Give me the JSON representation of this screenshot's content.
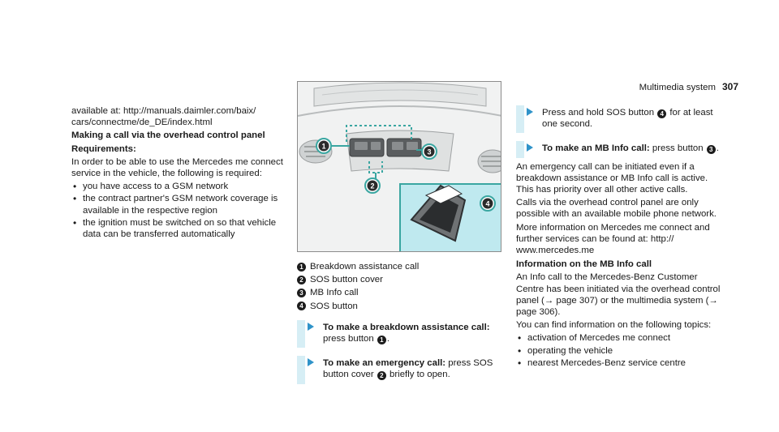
{
  "header": {
    "section": "Multimedia sys­tem",
    "page_number": "307"
  },
  "col1": {
    "intro": "available at: http://manuals.daimler.com/baix/ cars/connectme/de_DE/index.html",
    "heading": "Making a call via the overhead control panel",
    "requirements_label": "Requirements:",
    "requirements_text": "In order to be able to use the Mercedes me con­nect service in the vehicle, the following is required:",
    "bullets": [
      "you have access to a GSM network",
      "the contract partner's GSM network cov­er­age is available in the respective region",
      "the ignition must be switched on so that vehicle data can be transferred automatically"
    ]
  },
  "figure": {
    "callouts": [
      "1",
      "2",
      "3",
      "4"
    ]
  },
  "legend": [
    {
      "num": "1",
      "label": "Breakdown assistance call"
    },
    {
      "num": "2",
      "label": "SOS button cover"
    },
    {
      "num": "3",
      "label": "MB Info call"
    },
    {
      "num": "4",
      "label": "SOS button"
    }
  ],
  "col2_steps": {
    "step1_bold": "To make a breakdown assistance call:",
    "step1_pre": "press button",
    "step1_num": "1",
    "step1_post": ".",
    "step2_bold": "To make an emergency call:",
    "step2_pre": "press SOS button cover",
    "step2_num": "2",
    "step2_post": "briefly to open."
  },
  "col3": {
    "step3_pre": "Press and hold SOS button",
    "step3_num": "4",
    "step3_post": "for at least one second.",
    "step4_bold": "To make an MB Info call:",
    "step4_pre": "press button",
    "step4_num": "3",
    "step4_post": ".",
    "para1": "An emergency call can be initiated even if a breakdown assistance or MB Info call is active. This has priority over all other active calls.",
    "para2": "Calls via the overhead control panel are only possible with an available mobile phone net­work.",
    "para3": "More information on Mercedes me connect and further services can be found at: http:// www.mercedes.me",
    "info_heading": "Information on the MB Info call",
    "info_text": "An Info call to the Mercedes-Benz Customer Centre has been initiated via the overhead con­trol panel (→ page 307) or the multimedia sys­tem (→ page 306).",
    "topics_intro": "You can find information on the following topics:",
    "topics": [
      "activation of Mercedes me connect",
      "operating the vehicle",
      "nearest Mercedes-Benz service centre"
    ]
  }
}
